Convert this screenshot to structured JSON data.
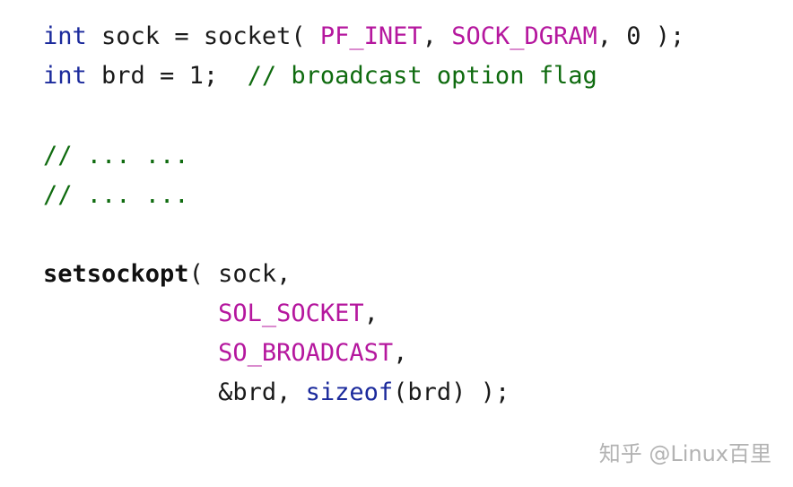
{
  "code": {
    "lines": [
      [
        {
          "text": "int",
          "type": "keyword"
        },
        {
          "text": " sock = socket( ",
          "type": "plain"
        },
        {
          "text": "PF_INET",
          "type": "macro"
        },
        {
          "text": ", ",
          "type": "plain"
        },
        {
          "text": "SOCK_DGRAM",
          "type": "macro"
        },
        {
          "text": ", 0 );",
          "type": "plain"
        }
      ],
      [
        {
          "text": "int",
          "type": "keyword"
        },
        {
          "text": " brd = 1;  ",
          "type": "plain"
        },
        {
          "text": "// broadcast option flag",
          "type": "comment"
        }
      ],
      [],
      [
        {
          "text": "// ... ...",
          "type": "comment"
        }
      ],
      [
        {
          "text": "// ... ...",
          "type": "comment"
        }
      ],
      [],
      [
        {
          "text": "setsockopt",
          "type": "func"
        },
        {
          "text": "( sock,",
          "type": "plain"
        }
      ],
      [
        {
          "text": "            ",
          "type": "plain"
        },
        {
          "text": "SOL_SOCKET",
          "type": "macro"
        },
        {
          "text": ",",
          "type": "plain"
        }
      ],
      [
        {
          "text": "            ",
          "type": "plain"
        },
        {
          "text": "SO_BROADCAST",
          "type": "macro"
        },
        {
          "text": ",",
          "type": "plain"
        }
      ],
      [
        {
          "text": "            &brd, ",
          "type": "plain"
        },
        {
          "text": "sizeof",
          "type": "keyword"
        },
        {
          "text": "(brd) );",
          "type": "plain"
        }
      ]
    ]
  },
  "watermark": {
    "text": "知乎 @Linux百里"
  },
  "colors": {
    "keyword": "#1b2a9c",
    "macro": "#b5179e",
    "comment": "#0f6b0f",
    "plain": "#1a1a1a",
    "watermark": "#b3b3b3"
  }
}
